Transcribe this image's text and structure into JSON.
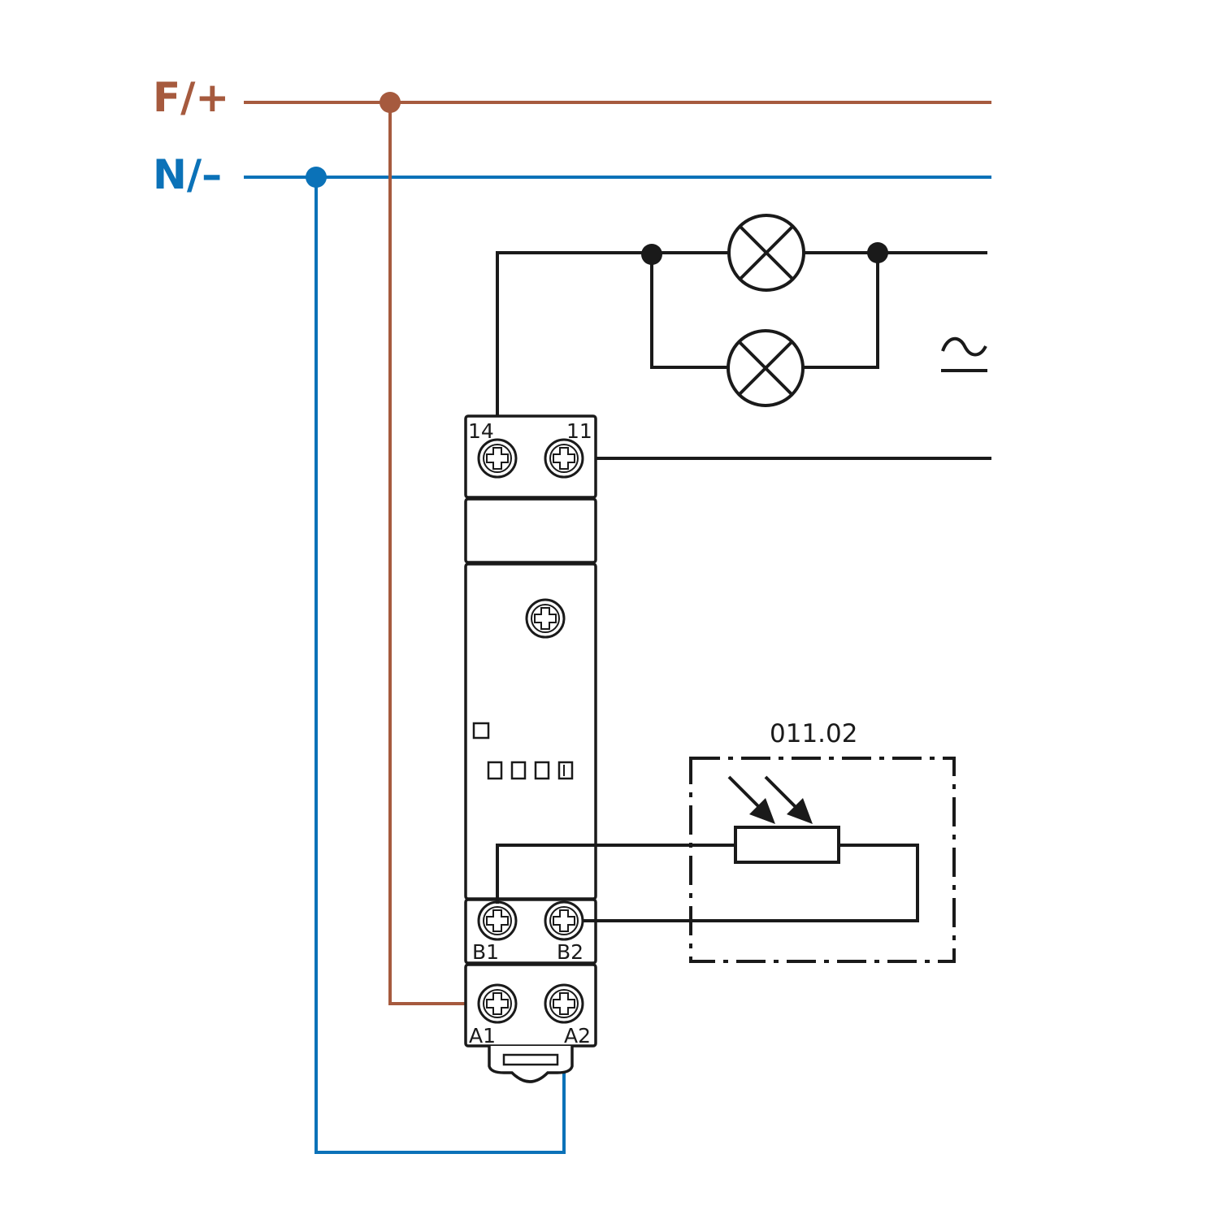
{
  "rails": {
    "phase": {
      "label": "F/+",
      "color": "#a65a3e"
    },
    "neutral": {
      "label": "N/–",
      "color": "#0b72b8"
    }
  },
  "wire_color": "#1a1a1a",
  "ac_symbol": "≃",
  "terminals": {
    "t14": "14",
    "t11": "11",
    "b1": "B1",
    "b2": "B2",
    "a1": "A1",
    "a2": "A2"
  },
  "sensor": {
    "label": "011.02"
  },
  "icons": [
    "lamp-icon",
    "screw-terminal-icon",
    "photoresistor-icon",
    "din-clip-icon"
  ]
}
